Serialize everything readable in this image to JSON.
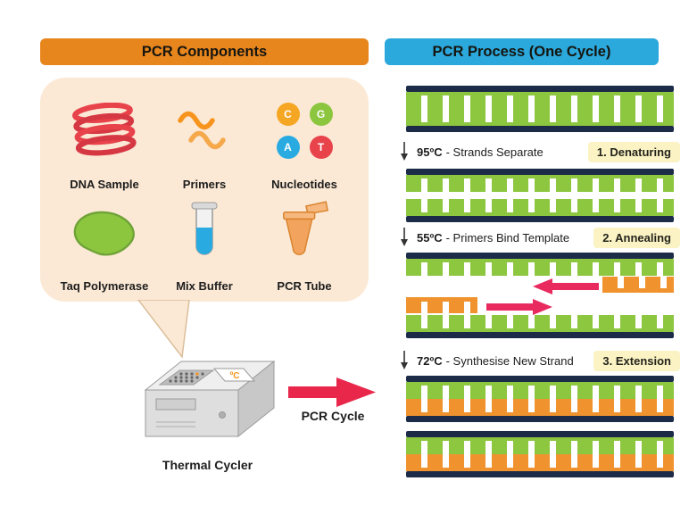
{
  "left": {
    "header": "PCR Components",
    "components": [
      {
        "label": "DNA Sample",
        "icon": "dna-coil-icon"
      },
      {
        "label": "Primers",
        "icon": "primer-squiggles-icon"
      },
      {
        "label": "Nucleotides",
        "icon": "nucleotide-circles-icon"
      },
      {
        "label": "Taq Polymerase",
        "icon": "taq-polymerase-blob-icon"
      },
      {
        "label": "Mix Buffer",
        "icon": "test-tube-icon"
      },
      {
        "label": "PCR Tube",
        "icon": "pcr-tube-icon"
      }
    ],
    "nucleotides": [
      {
        "letter": "C",
        "color": "#F5A623"
      },
      {
        "letter": "G",
        "color": "#8CC63F"
      },
      {
        "letter": "A",
        "color": "#29ABE2"
      },
      {
        "letter": "T",
        "color": "#E8424B"
      }
    ],
    "thermal_cycler_label": "Thermal Cycler",
    "screen_text": "ºC",
    "cycle_arrow_label": "PCR Cycle"
  },
  "right": {
    "header": "PCR Process (One Cycle)",
    "steps": [
      {
        "temp": "95ºC",
        "desc": "- Strands Separate",
        "badge": "1. Denaturing"
      },
      {
        "temp": "55ºC",
        "desc": "- Primers Bind Template",
        "badge": "2. Annealing"
      },
      {
        "temp": "72ºC",
        "desc": "- Synthesise New Strand",
        "badge": "3. Extension"
      }
    ]
  },
  "colors": {
    "orange_header": "#E8861E",
    "blue_header": "#2BA8DC",
    "bubble_fill": "#FBE9D5",
    "strand_green": "#8DC63F",
    "strand_orange": "#F0932F",
    "backbone_navy": "#1C2B47",
    "primer_arrow_pink": "#E82A5F",
    "cycle_arrow_red": "#E8274B",
    "badge_yellow": "#FBF3C4"
  }
}
